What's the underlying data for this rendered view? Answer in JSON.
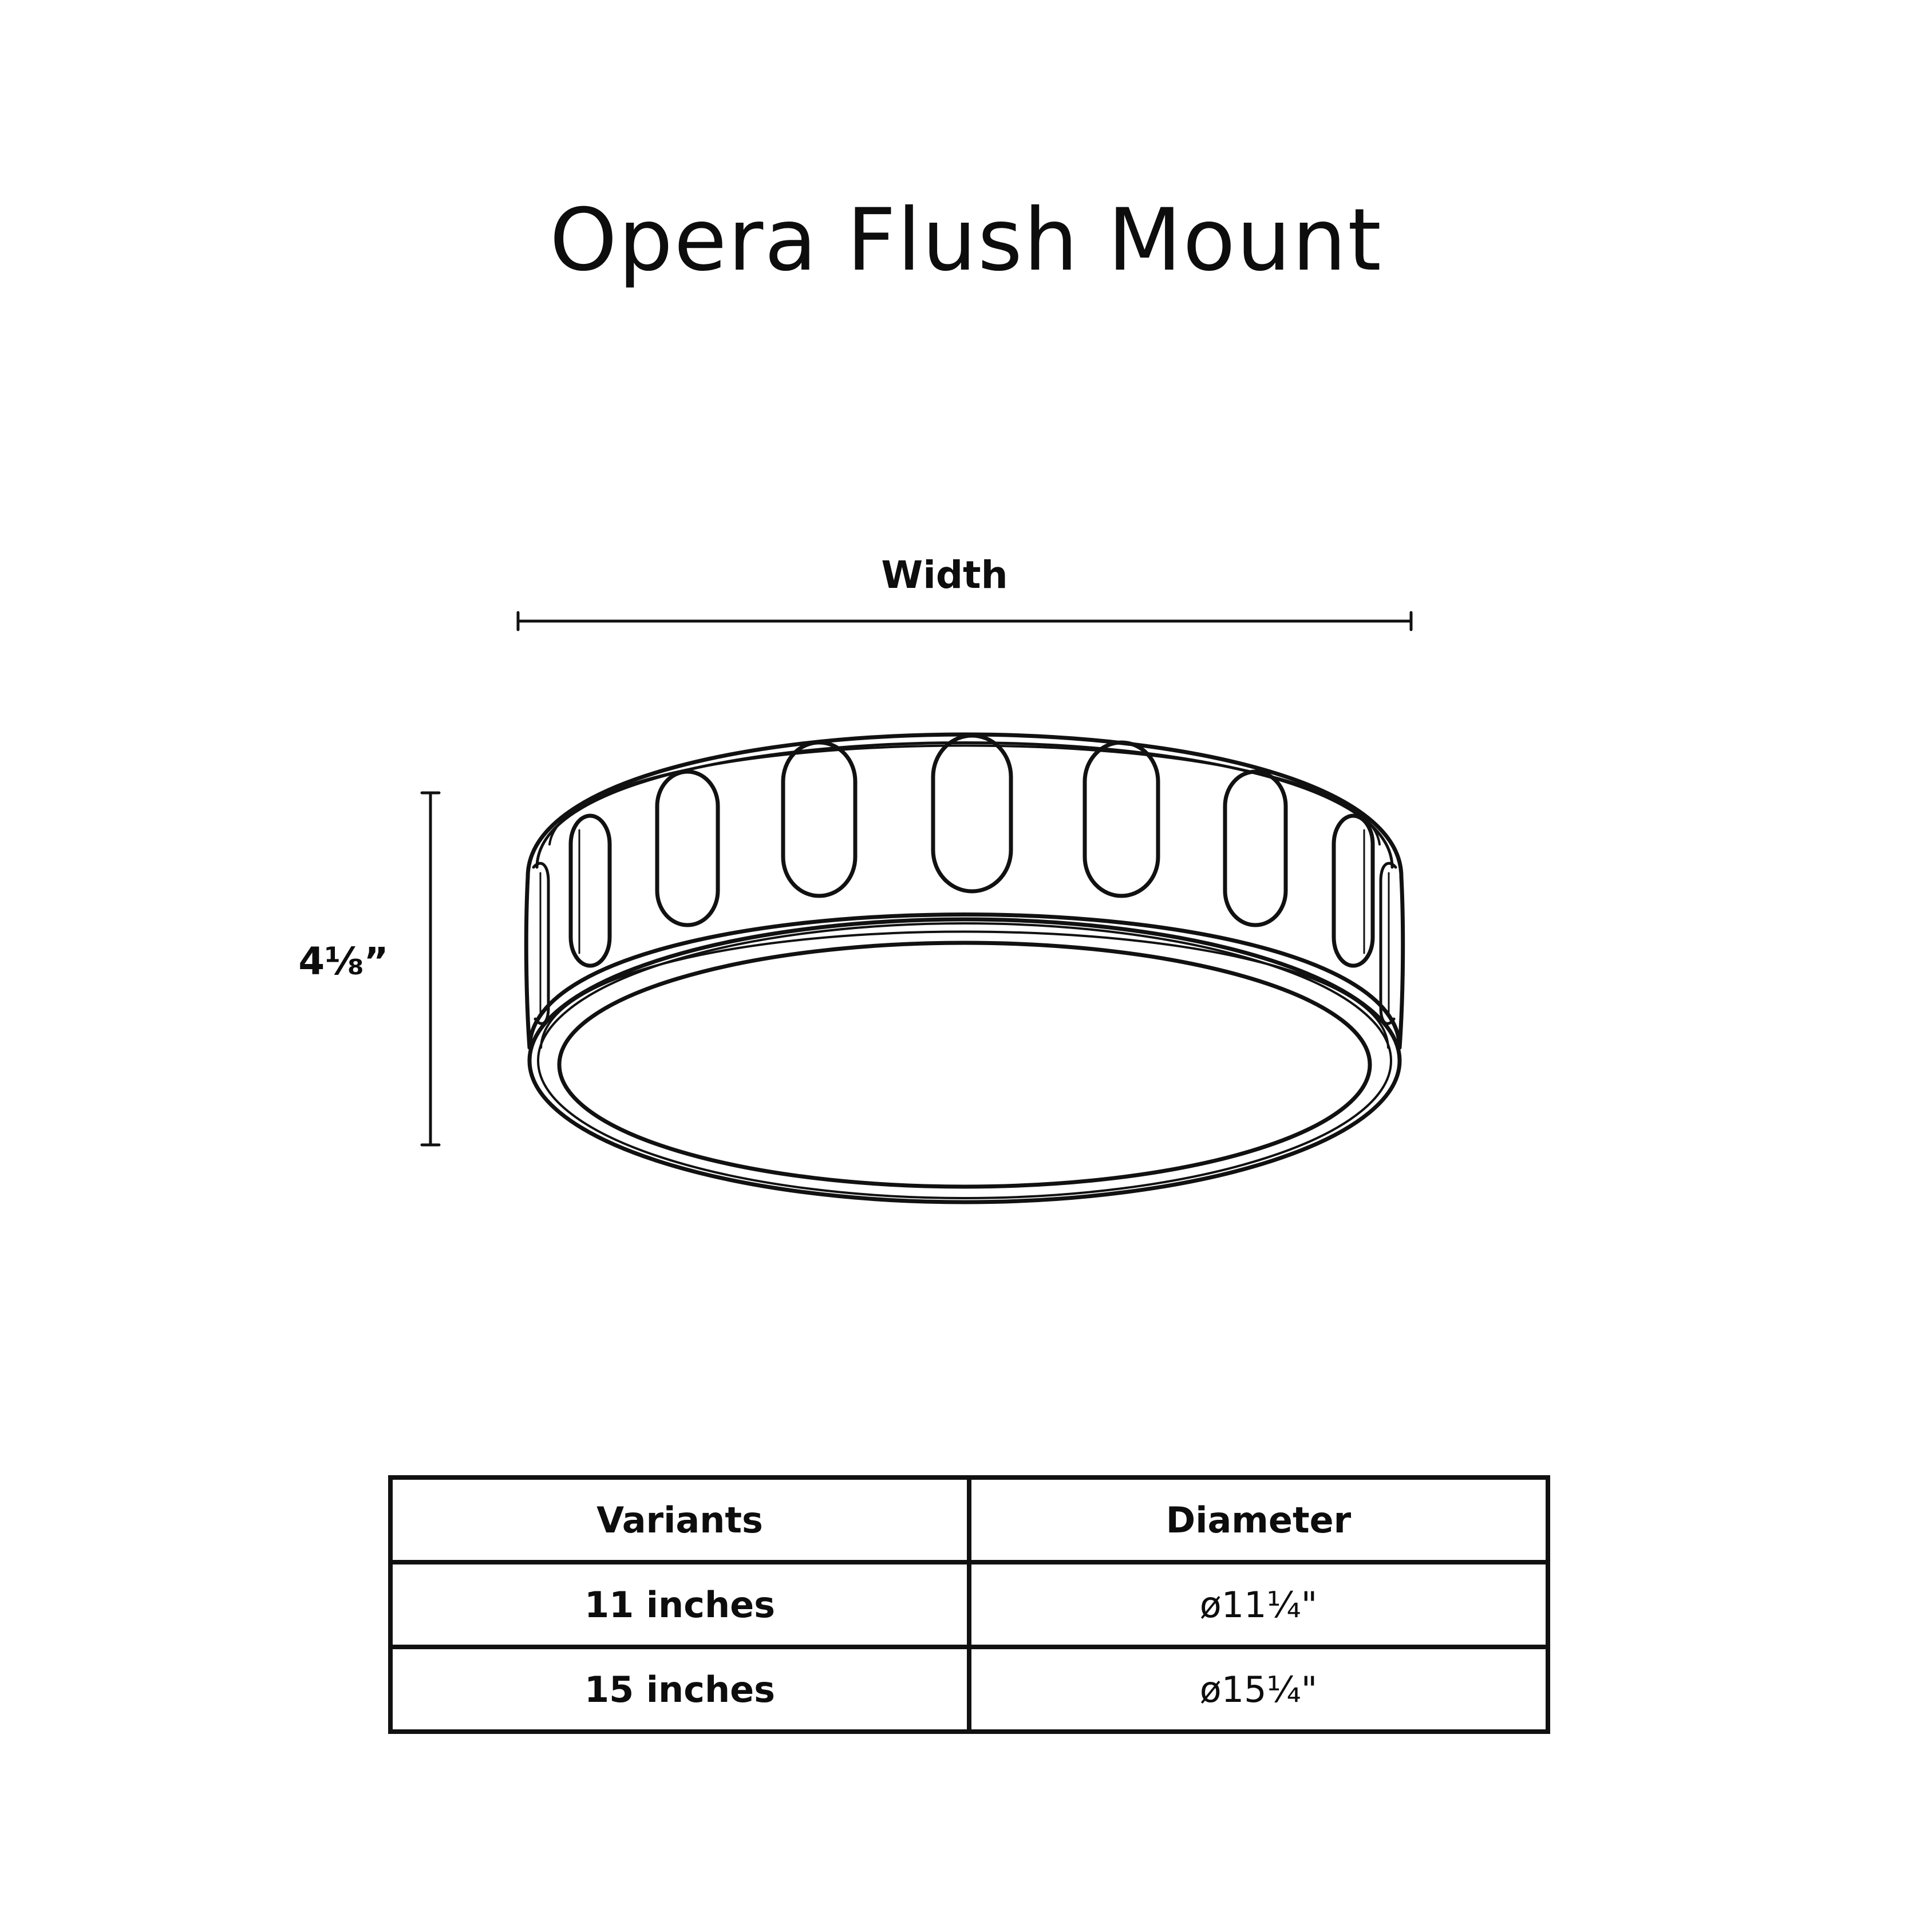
{
  "title": "Opera Flush Mount",
  "dimensions": {
    "width_label": "Width",
    "height_label": "4⅛”"
  },
  "table": {
    "headers": [
      "Variants",
      "Diameter"
    ],
    "rows": [
      {
        "variant": "11 inches",
        "diameter": "ø11¼\""
      },
      {
        "variant": "15 inches",
        "diameter": "ø15¼\""
      }
    ]
  },
  "colors": {
    "ink": "#111111",
    "background": "#ffffff"
  }
}
